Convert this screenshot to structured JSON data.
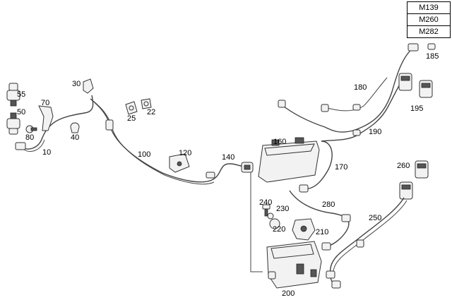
{
  "legend": {
    "rows": [
      "M139",
      "M260",
      "M282"
    ]
  },
  "callouts": {
    "c55": "55",
    "c50": "50",
    "c70": "70",
    "c80": "80",
    "c10": "10",
    "c30": "30",
    "c40": "40",
    "c25": "25",
    "c22": "22",
    "c100": "100",
    "c120": "120",
    "c140": "140",
    "c160": "160",
    "c170": "170",
    "c180": "180",
    "c185": "185",
    "c190": "190",
    "c195": "195",
    "c200": "200",
    "c210": "210",
    "c220": "220",
    "c230": "230",
    "c240": "240",
    "c250": "250",
    "c260": "260",
    "c280": "280"
  }
}
